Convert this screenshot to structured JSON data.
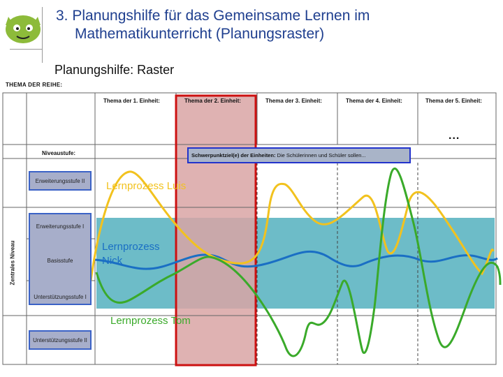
{
  "header": {
    "title_line1": "3. Planungshilfe für das Gemeinsame Lernen im",
    "title_line2": "Mathematikunterricht (Planungsraster)",
    "subtitle": "Planungshilfe: Raster"
  },
  "raster": {
    "thema_label": "THEMA DER REIHE:",
    "units": [
      "Thema der 1. Einheit:",
      "Thema der 2. Einheit:",
      "Thema der 3. Einheit:",
      "Thema der 4. Einheit:",
      "Thema der 5. Einheit:"
    ],
    "ellipsis": "...",
    "niveau_label": "Niveaustufe:",
    "schwerpunkt_bold": "Schwerpunktziel(e) der Einheiten:",
    "schwerpunkt_text": " Die Schülerinnen und Schüler sollen...",
    "zentrales_niveau": "Zentrales Niveau",
    "levels": {
      "erw2": "Erweiterungsstufe II",
      "erw1": "Erweiterungsstufe I",
      "basis": "Basisstufe",
      "unt1": "Unterstützungsstufe I",
      "unt2": "Unterstützungsstufe II"
    }
  },
  "learners": [
    {
      "label": "Lernprozess Luis",
      "color": "#f2c21e"
    },
    {
      "label": "Lernprozess Nick",
      "color": "#1a6fc4"
    },
    {
      "label": "Lernprozess Tom",
      "color": "#3aaa2a"
    }
  ],
  "colors": {
    "highlight_column": "#d9a4a4",
    "highlight_border": "#cc1111",
    "central_band": "#6dbcc8",
    "level_box": "#a7aeca",
    "level_border": "#3b62c6"
  },
  "icons": [
    "logo-icon"
  ]
}
